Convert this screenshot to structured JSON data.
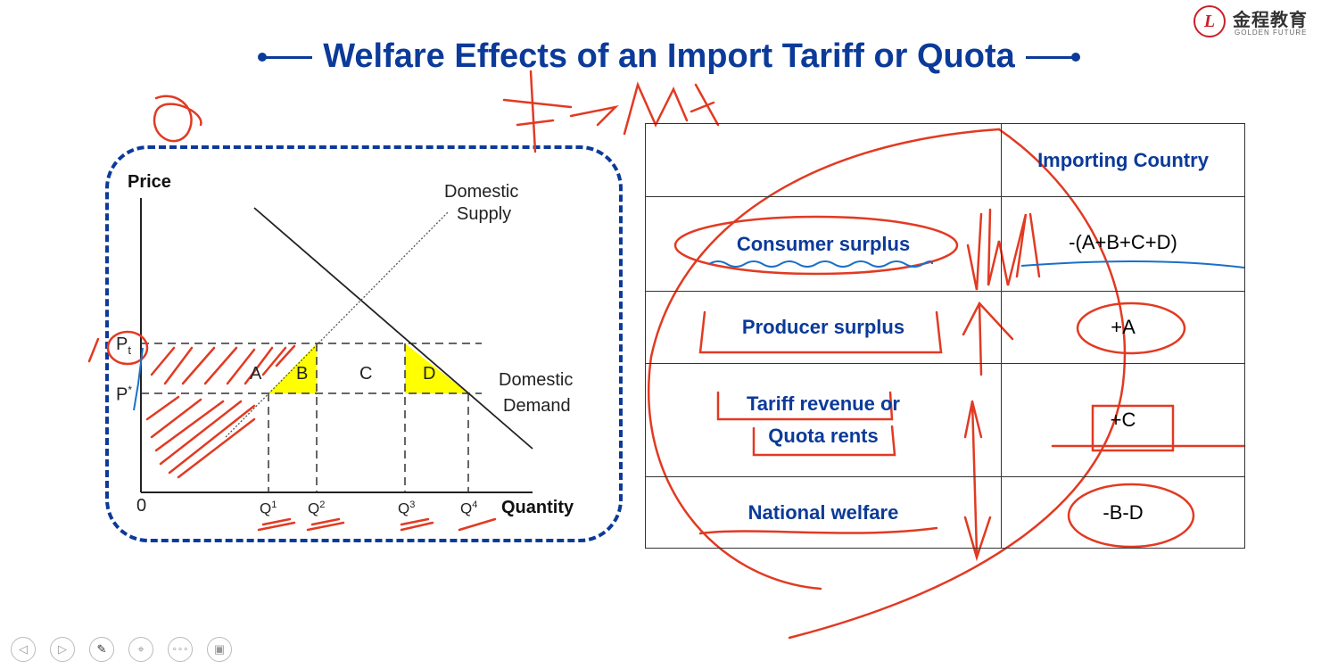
{
  "title": "Welfare Effects of an Import Tariff or Quota",
  "logo": {
    "seal": "L",
    "cn": "金程教育",
    "en": "GOLDEN FUTURE"
  },
  "graph": {
    "y_axis_label": "Price",
    "x_axis_label": "Quantity",
    "origin_label": "0",
    "price_levels": [
      {
        "label": "P",
        "sub": "t"
      },
      {
        "label": "P",
        "sup": "*"
      }
    ],
    "quantities": [
      {
        "label": "Q",
        "sup": "1"
      },
      {
        "label": "Q",
        "sup": "2"
      },
      {
        "label": "Q",
        "sup": "3"
      },
      {
        "label": "Q",
        "sup": "4"
      }
    ],
    "supply_label_1": "Domestic",
    "supply_label_2": "Supply",
    "demand_label_1": "Domestic",
    "demand_label_2": "Demand",
    "areas": [
      "A",
      "B",
      "C",
      "D"
    ],
    "highlight_color": "#ffff00"
  },
  "table": {
    "header": "Importing Country",
    "rows": [
      {
        "label": "Consumer surplus",
        "value": "-(A+B+C+D)"
      },
      {
        "label": "Producer surplus",
        "value": "+A"
      },
      {
        "label_1": "Tariff revenue",
        "label_or": " or",
        "label_2": "Quota rents",
        "value": "+C"
      },
      {
        "label": "National welfare",
        "value": "-B-D"
      }
    ]
  },
  "toolbar": [
    "prev-icon",
    "next-icon",
    "pen-icon",
    "pointer-icon",
    "more-icon",
    "screen-icon"
  ],
  "colors": {
    "brand_blue": "#0b3a99",
    "ink_red": "#e23a22",
    "ink_blue": "#1a6fc9"
  }
}
